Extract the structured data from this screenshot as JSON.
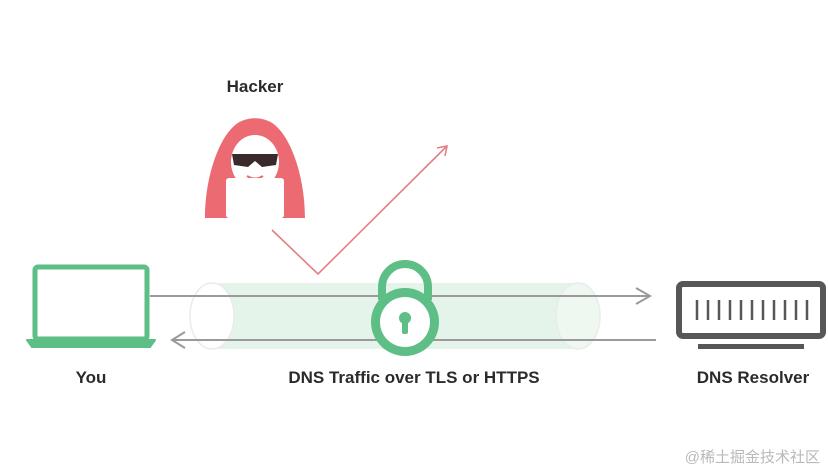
{
  "labels": {
    "hacker": "Hacker",
    "you": "You",
    "tunnel": "DNS Traffic over TLS or HTTPS",
    "resolver": "DNS Resolver"
  },
  "watermark": "@稀土掘金技术社区",
  "colors": {
    "green": "#5dbe86",
    "green_light": "#e4f4ea",
    "red": "#ec6b73",
    "gray": "#575757",
    "arrow_gray": "#9a9a9a"
  },
  "icons": [
    "hacker-icon",
    "laptop-icon",
    "padlock-icon",
    "dns-resolver-icon"
  ]
}
